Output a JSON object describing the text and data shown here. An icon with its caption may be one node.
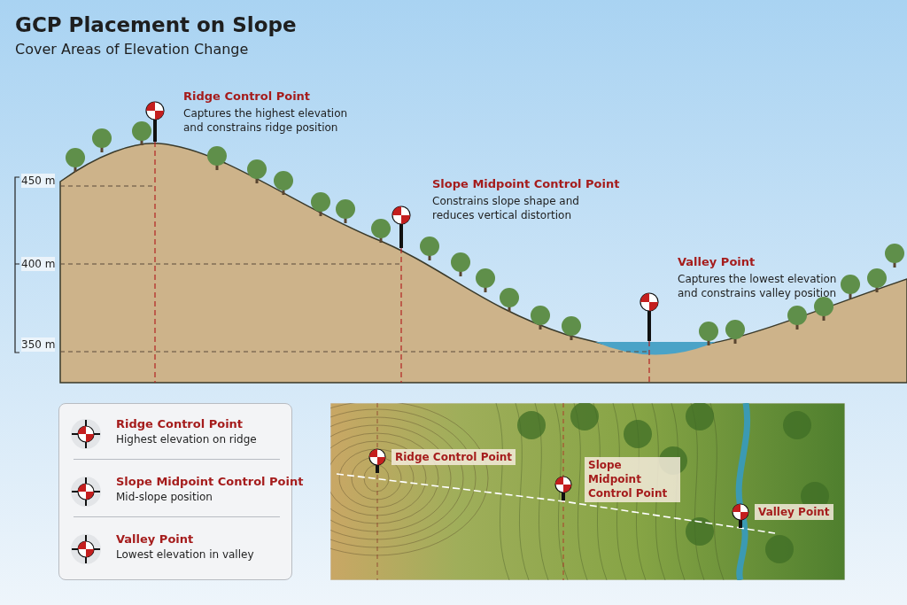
{
  "diagram": {
    "title": "GCP Placement on Slope",
    "labels": [
      "Cover Areas of Elevation Change",
      "Ridge Control Point",
      "Captures the highest elevation and constrains ridge position",
      "450 m",
      "Slope Midpoint Control Point",
      "Constrains slope shape and reduces vertical distortion",
      "400 m",
      "Valley Point",
      "Captures the lowest elevation and constrains valley position",
      "350 m",
      "Highest elevation on ridge",
      "Mid-slope position",
      "Lowest elevation in valley",
      "Ridge Control Point",
      "Slope Midpoint Control Point",
      "Valley Point"
    ],
    "legend": [
      {
        "text": "Ridge Control Point"
      },
      {
        "text": "Slope Midpoint Control Point"
      },
      {
        "text": "Valley Point"
      }
    ]
  }
}
